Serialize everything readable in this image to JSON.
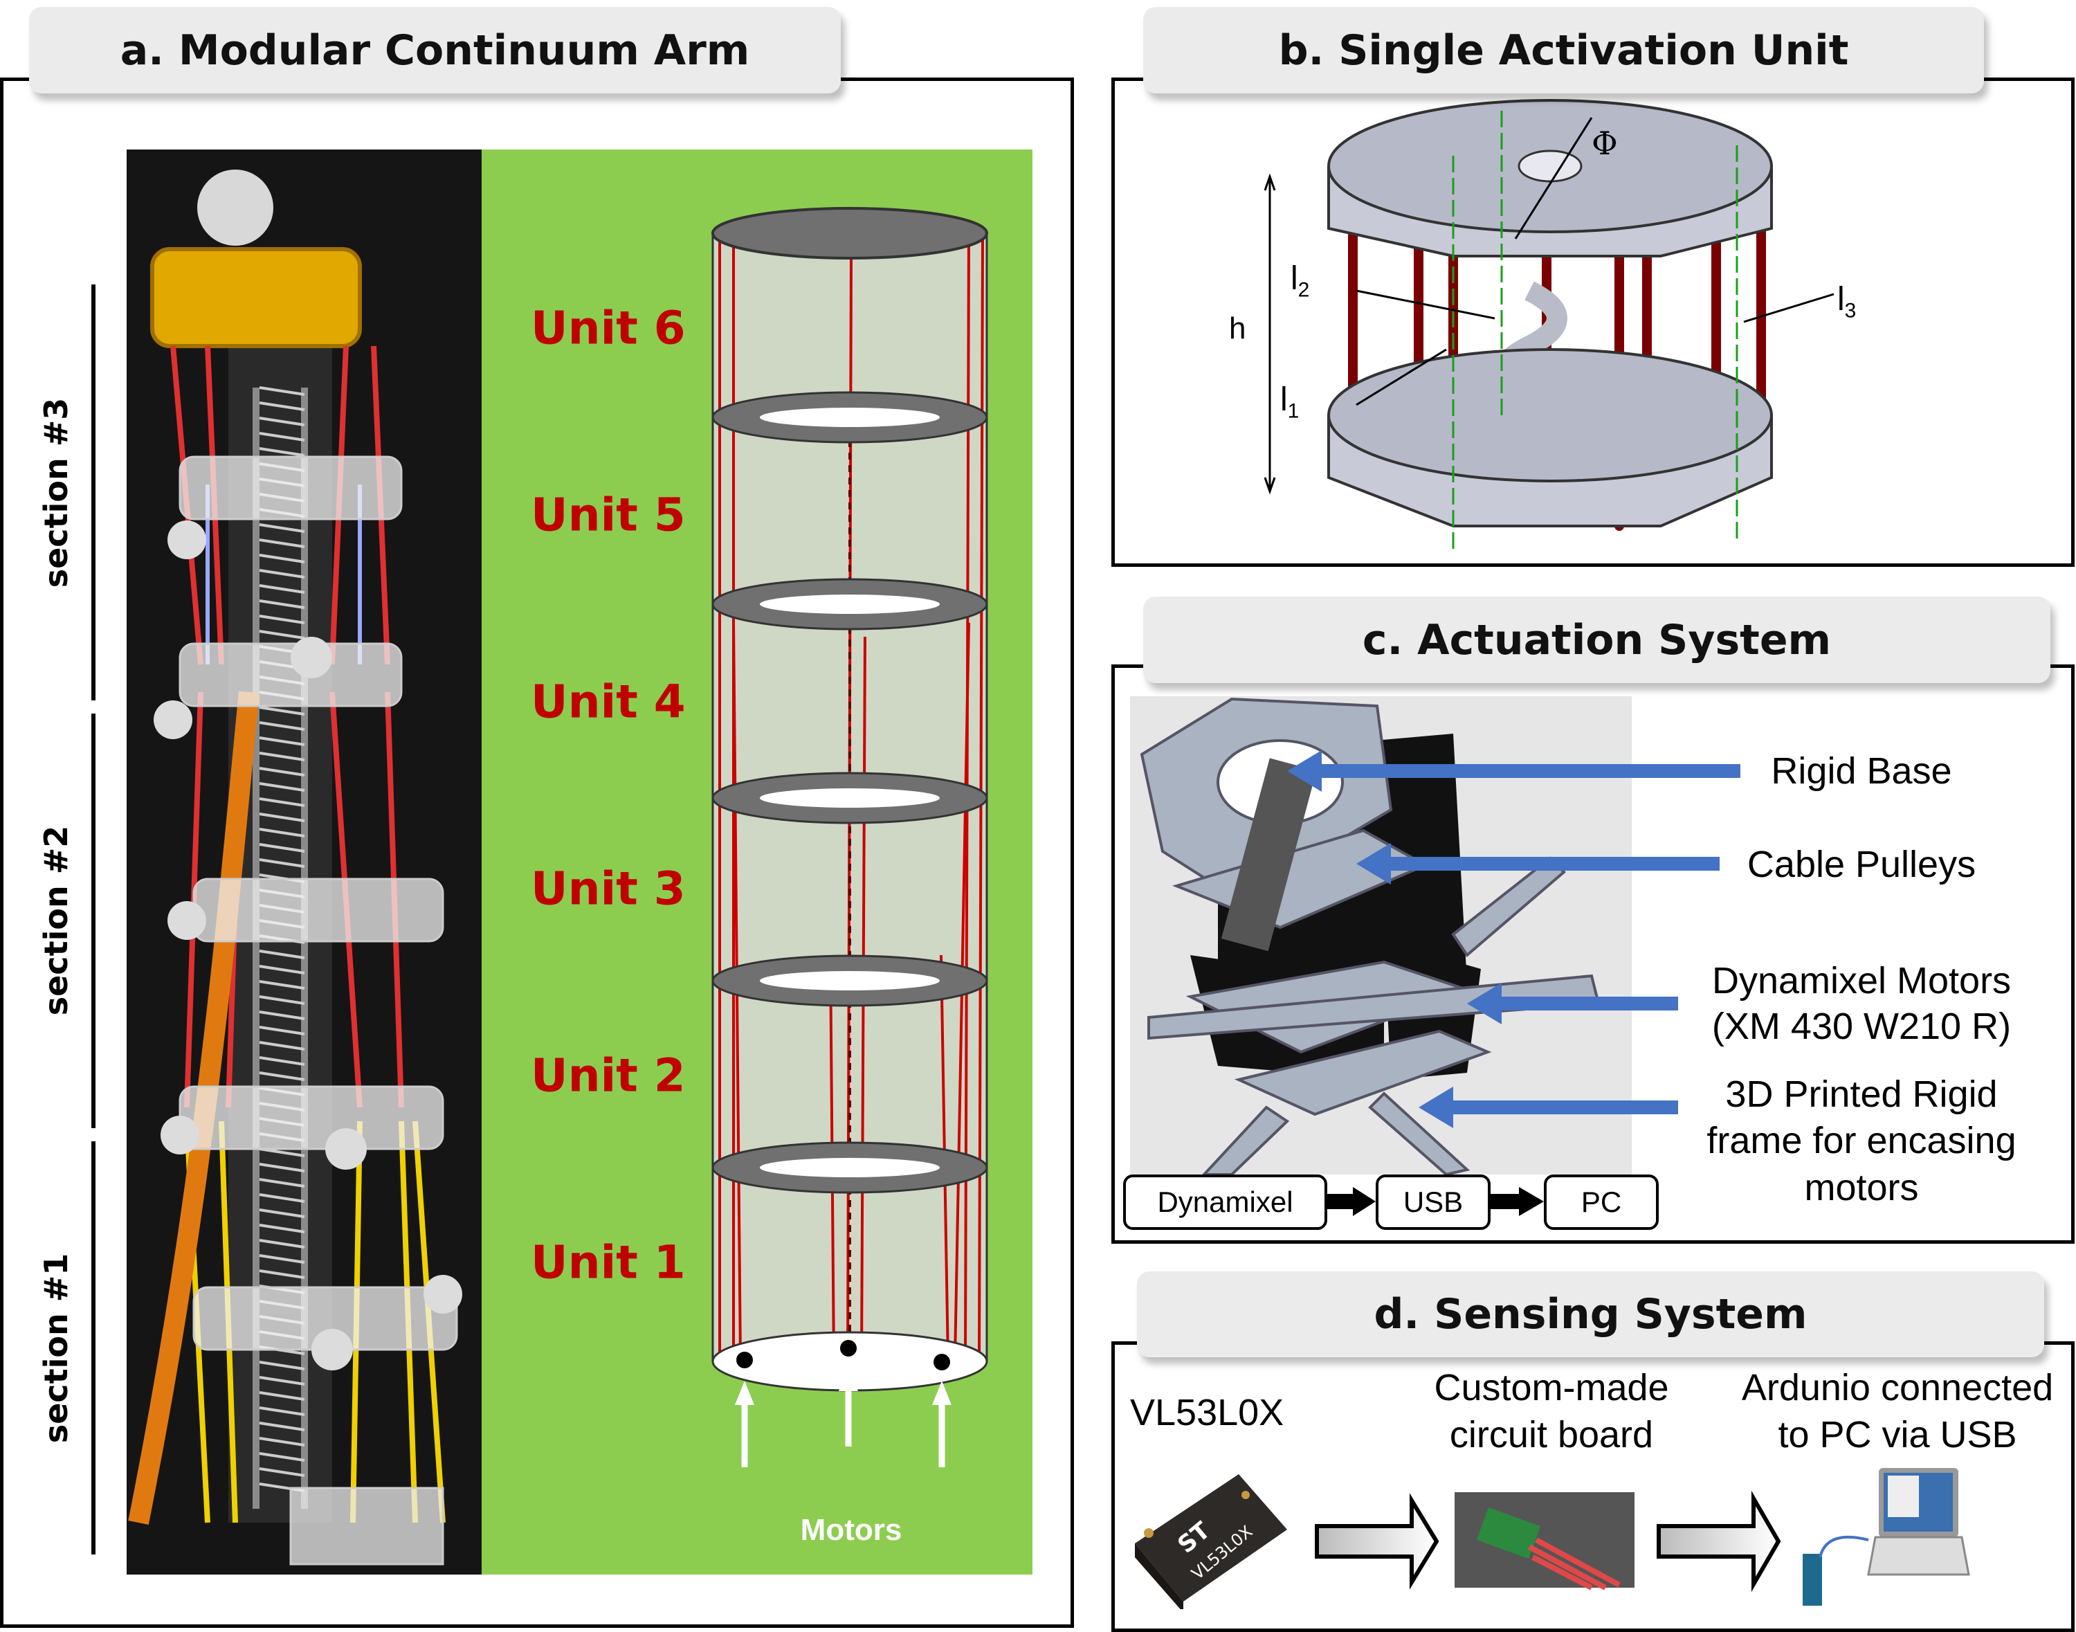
{
  "panel_a": {
    "title": "a. Modular Continuum Arm",
    "sections": [
      "section #3",
      "section #2",
      "section #1"
    ],
    "units": [
      "Unit 6",
      "Unit 5",
      "Unit 4",
      "Unit 3",
      "Unit 2",
      "Unit 1"
    ],
    "motors_label": "Motors"
  },
  "panel_b": {
    "title": "b. Single Activation Unit",
    "labels": {
      "h": "h",
      "l1": "l",
      "l1_sub": "1",
      "l2": "l",
      "l2_sub": "2",
      "l3": "l",
      "l3_sub": "3",
      "phi": "Φ"
    }
  },
  "panel_c": {
    "title": "c. Actuation System",
    "labels": {
      "rigid_base": "Rigid Base",
      "cable_pulleys": "Cable Pulleys",
      "motors_line1": "Dynamixel Motors",
      "motors_line2": "(XM 430 W210 R)",
      "frame_line1": "3D Printed Rigid",
      "frame_line2": "frame for encasing",
      "frame_line3": "motors"
    },
    "flow": [
      "Dynamixel",
      "USB",
      "PC"
    ]
  },
  "panel_d": {
    "title": "d. Sensing System",
    "sensor": "VL53L0X",
    "board_line1": "Custom-made",
    "board_line2": "circuit board",
    "arduino_line1": "Ardunio connected",
    "arduino_line2": "to PC via USB",
    "chip_text": "VL53L0X",
    "chip_logo": "ST"
  },
  "colors": {
    "green": "#8ccd50",
    "unit_red": "#c00000",
    "cable_red": "#7a0000",
    "arrow_blue": "#4472c4",
    "header_bg": "#ebebeb"
  }
}
